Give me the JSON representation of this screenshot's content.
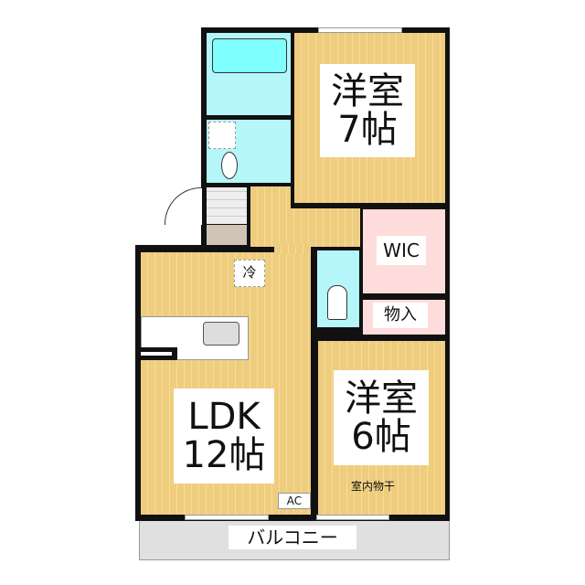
{
  "rooms": {
    "western7": {
      "name": "洋室",
      "size": "7帖"
    },
    "western6": {
      "name": "洋室",
      "size": "6帖"
    },
    "ldk": {
      "name": "LDK",
      "size": "12帖"
    },
    "wic": {
      "name": "WIC"
    },
    "storage": {
      "name": "物入"
    },
    "balcony": {
      "name": "バルコニー"
    }
  },
  "marks": {
    "fridge": "冷",
    "ac": "AC",
    "indoor_drying": "室内物干"
  },
  "colors": {
    "floor": "#efcd7e",
    "wet": "#b4f6fa",
    "closet": "#ffdcdc",
    "balcony": "#e0e0e0"
  }
}
